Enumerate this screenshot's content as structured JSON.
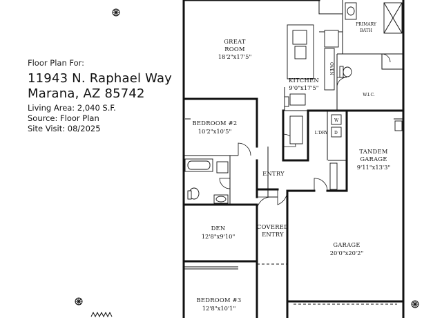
{
  "info": {
    "label": "Floor Plan For:",
    "address_line1": "11943 N. Raphael Way",
    "address_line2": "Marana, AZ  85742",
    "living_area": "Living Area:  2,040 S.F.",
    "source": "Source:  Floor Plan",
    "site_visit": "Site Visit:  08/2025"
  },
  "rooms": {
    "great_room": {
      "name1": "GREAT",
      "name2": "ROOM",
      "dim": "18'2\"x17'5\""
    },
    "kitchen": {
      "name": "KITCHEN",
      "dim": "9'0\"x17'5\""
    },
    "primary_bath": {
      "name1": "PRIMARY",
      "name2": "BATH"
    },
    "wic": {
      "name": "W.I.C."
    },
    "bedroom2": {
      "name": "BEDROOM #2",
      "dim": "10'2\"x10'5\""
    },
    "laundry": {
      "name": "L'DRY",
      "washer": "W",
      "dryer": "D"
    },
    "oven": {
      "name": "OVEN"
    },
    "tandem_garage": {
      "name1": "TANDEM",
      "name2": "GARAGE",
      "dim": "9'11\"x13'3\""
    },
    "entry": {
      "name": "ENTRY"
    },
    "den": {
      "name": "DEN",
      "dim": "12'8\"x9'10\""
    },
    "covered_entry": {
      "name1": "COVERED",
      "name2": "ENTRY"
    },
    "garage": {
      "name": "GARAGE",
      "dim": "20'0\"x20'2\""
    },
    "bedroom3": {
      "name": "BEDROOM #3",
      "dim": "12'8\"x10'1\""
    }
  }
}
